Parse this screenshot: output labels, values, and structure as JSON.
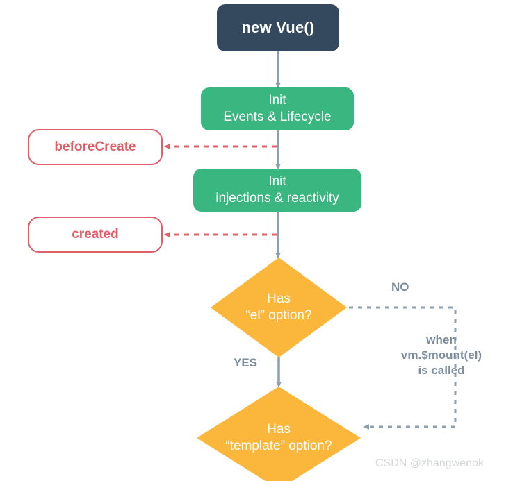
{
  "diagram": {
    "title": "Vue Lifecycle Diagram",
    "colors": {
      "navy": "#35495E",
      "green": "#3AB680",
      "orange": "#FBB73C",
      "red": "#E0606A",
      "gray": "#7B8D9E",
      "background": "#FFFFFF",
      "watermark": "#D5D7DA"
    },
    "nodes": {
      "root": {
        "label": "new Vue()"
      },
      "init_events": {
        "line1": "Init",
        "line2": "Events & Lifecycle"
      },
      "init_injections": {
        "line1": "Init",
        "line2": "injections & reactivity"
      },
      "hook_before_create": {
        "label": "beforeCreate"
      },
      "hook_created": {
        "label": "created"
      },
      "decision_el": {
        "line1": "Has",
        "line2": "“el” option?"
      },
      "decision_template": {
        "line1": "Has",
        "line2": "“template” option?"
      }
    },
    "edges": {
      "no_label": "NO",
      "yes_label": "YES",
      "mount_note_line1": "when",
      "mount_note_line2": "vm.$mount(el)",
      "mount_note_line3": "is called"
    },
    "watermark": "CSDN @zhangwenok"
  }
}
